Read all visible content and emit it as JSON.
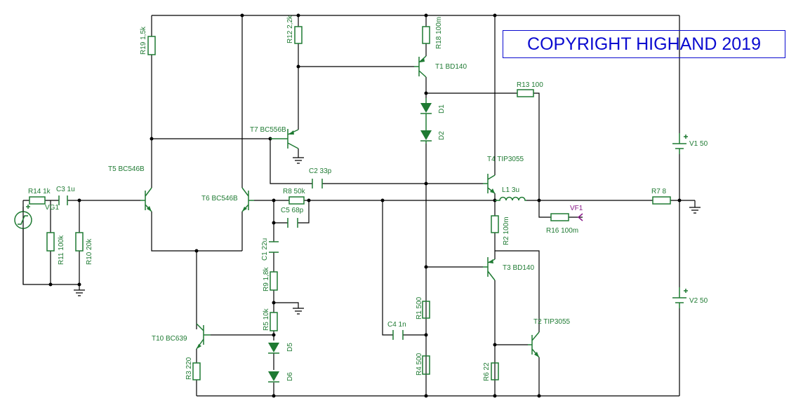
{
  "copyright": "COPYRIGHT HIGHAND 2019",
  "colors": {
    "component": "#1e7a32",
    "wire": "#000000",
    "banner": "#0a0ad0",
    "probe": "#8a1a8a"
  },
  "components": {
    "r19": "R19 1,5k",
    "r12": "R12 2,2k",
    "r18": "R18 100m",
    "t1": "T1 BD140",
    "r13": "R13 100",
    "d1": "D1",
    "d2": "D2",
    "t7": "T7 BC556B",
    "c2": "C2 33p",
    "t4": "T4 TIP3055",
    "t5": "T5 BC546B",
    "t6": "T6 BC546B",
    "r14": "R14 1k",
    "c3": "C3 1u",
    "vg1": "VG1",
    "r8": "R8 50k",
    "c5": "C5 68p",
    "l1": "L1 3u",
    "r7": "R7 8",
    "vf1": "VF1",
    "r16": "R16 100m",
    "r11": "R11 100k",
    "r10": "R10 20k",
    "c1": "C1 22u",
    "r2": "R2 100m",
    "t3": "T3 BD140",
    "r9": "R9 1,8k",
    "r5": "R5 10k",
    "t10": "T10 BC639",
    "d5": "D5",
    "d6": "D6",
    "c4": "C4 1n",
    "r1": "R1 500",
    "r4": "R4 500",
    "t2": "T2 TIP3055",
    "r3": "R3 220",
    "r6": "R6 22",
    "v1": "V1 50",
    "v2": "V2 50"
  }
}
